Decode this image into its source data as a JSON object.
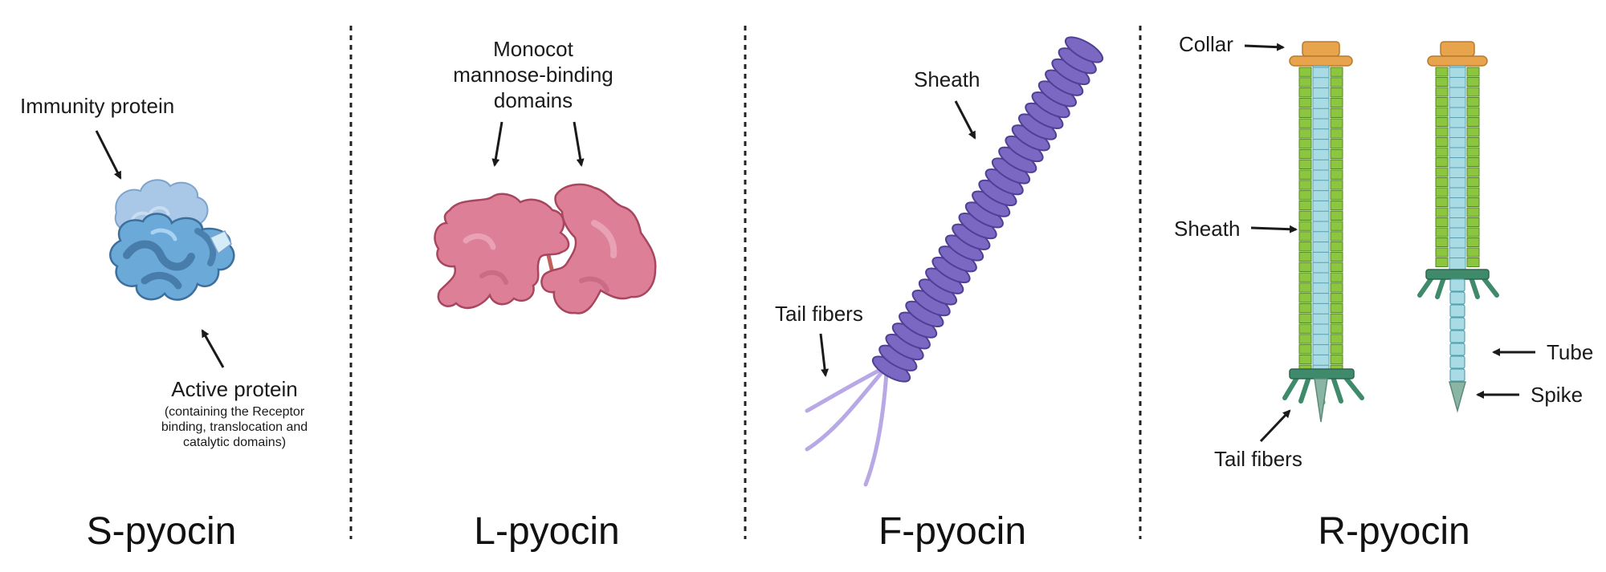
{
  "panels": [
    {
      "title": "S-pyocin",
      "labels": {
        "immunity": "Immunity protein",
        "active": "Active protein",
        "active_note": [
          "(containing the Receptor",
          "binding, translocation and",
          "catalytic domains)"
        ]
      }
    },
    {
      "title": "L-pyocin",
      "labels": {
        "domains": [
          "Monocot",
          "mannose-binding",
          "domains"
        ]
      }
    },
    {
      "title": "F-pyocin",
      "labels": {
        "sheath": "Sheath",
        "tail_fibers": "Tail fibers"
      }
    },
    {
      "title": "R-pyocin",
      "labels": {
        "collar": "Collar",
        "sheath": "Sheath",
        "tail_fibers": "Tail fibers",
        "tube": "Tube",
        "spike": "Spike"
      }
    }
  ],
  "colors": {
    "s_light": "#a9c7e6",
    "s_mid": "#6aa9d8",
    "s_dark": "#3d6f9c",
    "l_fill": "#dd7f97",
    "l_stroke": "#a8455f",
    "f_fill": "#7b68c3",
    "f_stroke": "#4f3f95",
    "f_fiber": "#b8a8e6",
    "r_collar": "#e8a44d",
    "r_sheath": "#8cc63f",
    "r_sheath_dark": "#4f8a22",
    "r_tube": "#a8dbe4",
    "r_baseplate": "#3e8a6a",
    "r_spike": "#8ab5a4"
  }
}
